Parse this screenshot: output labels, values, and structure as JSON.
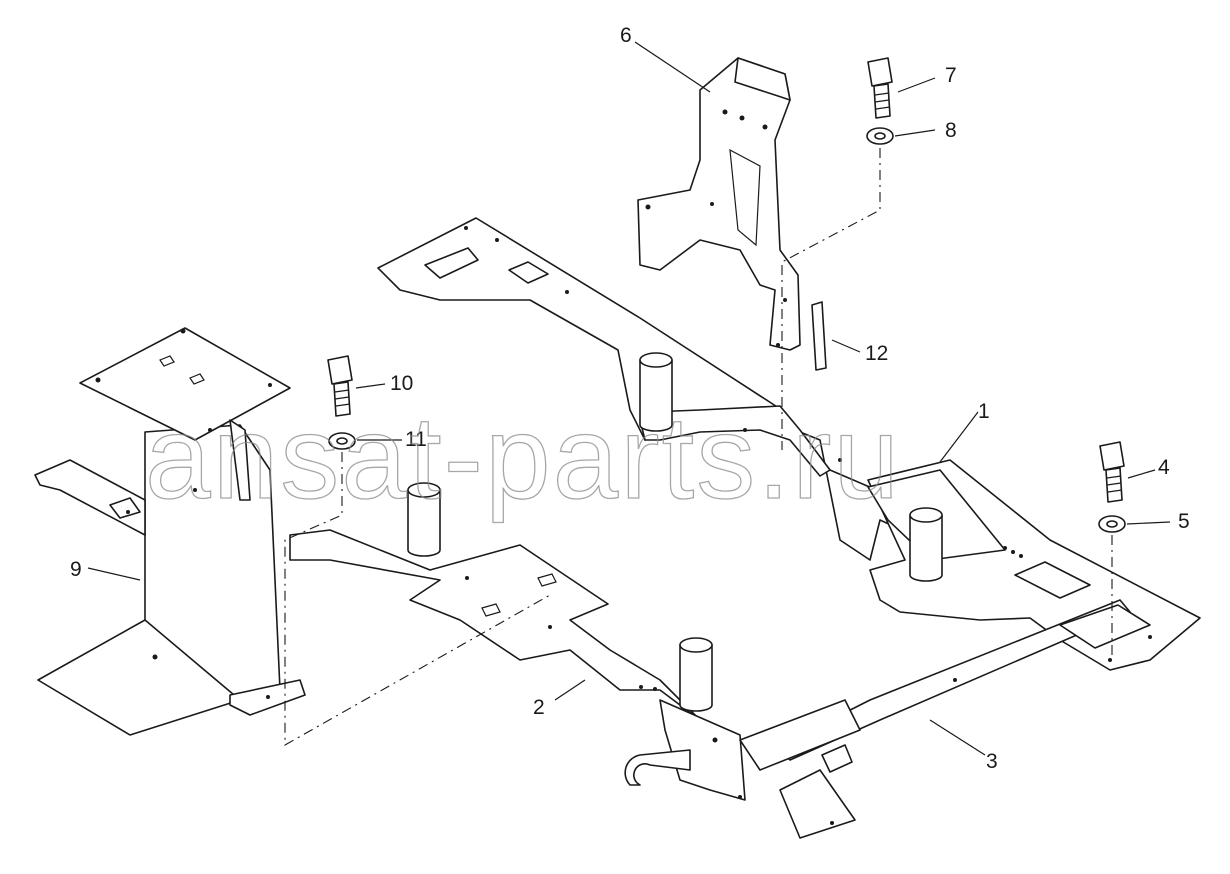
{
  "watermark": "ansat-parts.ru",
  "callouts": [
    "1",
    "2",
    "3",
    "4",
    "5",
    "6",
    "7",
    "8",
    "9",
    "10",
    "11",
    "12"
  ],
  "colors": {
    "line": "#1a1a1a",
    "watermark": "#8a8a8a",
    "background": "#ffffff"
  }
}
